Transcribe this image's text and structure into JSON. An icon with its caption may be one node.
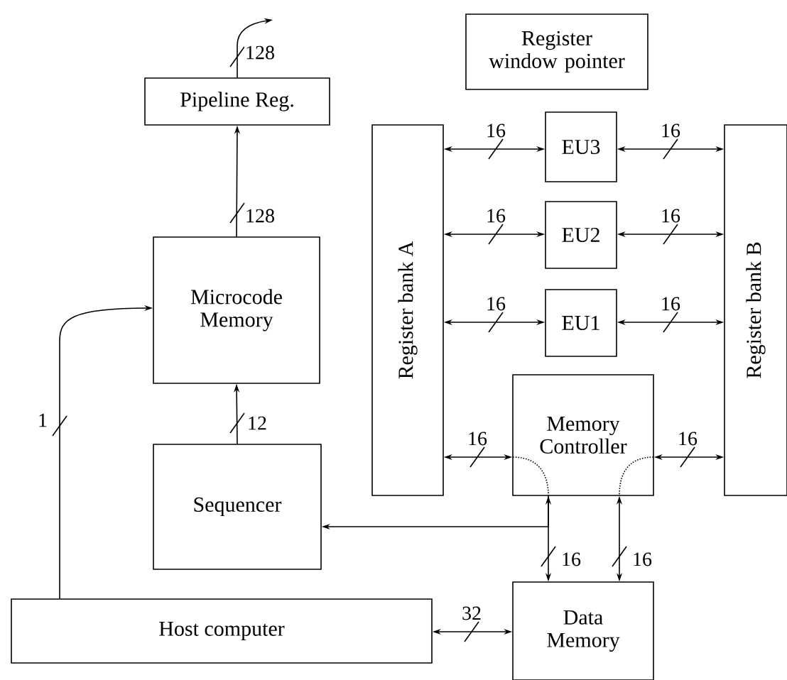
{
  "diagram": {
    "nodes": [
      {
        "text": [
          "Pipeline Reg."
        ]
      },
      {
        "text": [
          "Microcode Memory"
        ]
      },
      {
        "text": [
          "Sequencer"
        ]
      },
      {
        "text": [
          "Host computer"
        ]
      },
      {
        "text": [
          "Register window pointer"
        ]
      },
      {
        "text": [
          "Register bank A"
        ]
      },
      {
        "text": [
          "EU3"
        ]
      },
      {
        "text": [
          "EU2"
        ]
      },
      {
        "text": [
          "EU1"
        ]
      },
      {
        "text": [
          "Register bank B"
        ]
      },
      {
        "text": [
          "Memory Controller"
        ]
      },
      {
        "text": [
          "Data Memory"
        ]
      }
    ],
    "edges": [
      {
        "from": 0,
        "to": null,
        "arrow": "to",
        "label": "128"
      },
      {
        "from": 1,
        "to": 0,
        "arrow": "to",
        "label": "128"
      },
      {
        "from": 2,
        "to": 1,
        "arrow": "to",
        "label": "12"
      },
      {
        "from": 3,
        "to": 1,
        "arrow": "to",
        "label": "1"
      },
      {
        "from": 5,
        "to": 6,
        "arrow": "both",
        "label": "16"
      },
      {
        "from": 6,
        "to": 9,
        "arrow": "both",
        "label": "16"
      },
      {
        "from": 5,
        "to": 7,
        "arrow": "both",
        "label": "16"
      },
      {
        "from": 7,
        "to": 9,
        "arrow": "both",
        "label": "16"
      },
      {
        "from": 5,
        "to": 8,
        "arrow": "both",
        "label": "16"
      },
      {
        "from": 8,
        "to": 9,
        "arrow": "both",
        "label": "16"
      },
      {
        "from": 5,
        "to": 10,
        "arrow": "both",
        "label": "16"
      },
      {
        "from": 10,
        "to": 9,
        "arrow": "both",
        "label": "16"
      },
      {
        "from": 10,
        "to": 11,
        "arrow": "both",
        "label": "16"
      },
      {
        "from": 10,
        "to": 2,
        "arrow": "to"
      },
      {
        "from": 10,
        "to": 11,
        "arrow": "both",
        "label": "16"
      },
      {
        "from": 3,
        "to": 11,
        "arrow": "both",
        "label": "32"
      }
    ]
  }
}
